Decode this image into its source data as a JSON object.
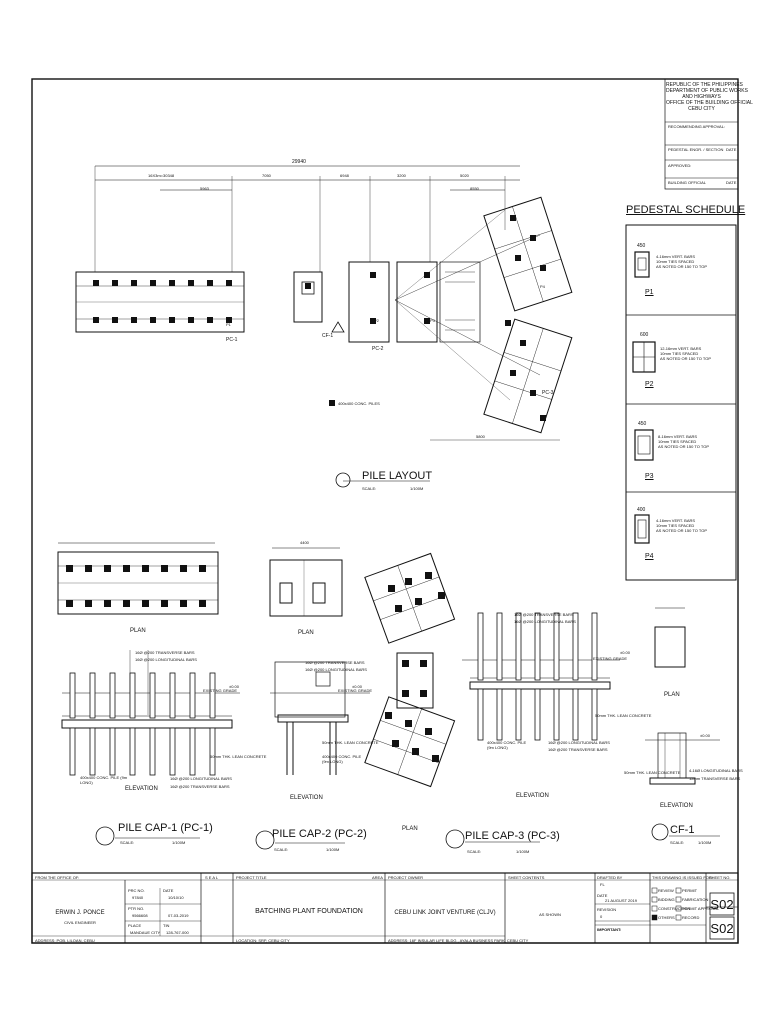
{
  "authority": {
    "line1": "REPUBLIC OF THE PHILIPPINES",
    "line2": "DEPARTMENT OF PUBLIC WORKS",
    "line3": "AND HIGHWAYS",
    "line4": "OFFICE OF THE BUILDING OFFICIAL",
    "line5": "CEBU CITY",
    "recommending": "RECOMMENDING APPROVAL:",
    "pedestal_label": "PEDESTAL ENGR. / SECTION",
    "approved": "APPROVED:",
    "official_label": "BUILDING OFFICIAL",
    "date_label": "DATE"
  },
  "pedestal_schedule": {
    "title": "PEDESTAL SCHEDULE",
    "items": [
      {
        "id": "P1",
        "dim": "450",
        "note": "4-16mm VERT. BARS\n10mm TIES SPACED\nAS NOTED OR 150 TO TOP"
      },
      {
        "id": "P2",
        "dim": "600",
        "note": "12-16mm VERT. BARS\n10mm TIES SPACED\nAS NOTED OR 150 TO TOP"
      },
      {
        "id": "P3",
        "dim": "450",
        "note": "8-16mm VERT. BARS\n10mm TIES SPACED\nAS NOTED OR 150 TO TOP"
      },
      {
        "id": "P4",
        "dim": "400",
        "note": "4-16mm VERT. BARS\n10mm TIES SPACED\nAS NOTED OR 150 TO TOP"
      }
    ]
  },
  "pile_layout": {
    "title": "PILE LAYOUT",
    "scale_label": "SCALE:",
    "scale_value": "1/100M",
    "legend": "400x400 CONC. PILES",
    "dim_total": "29940",
    "dims_top": [
      "16X3m=30348",
      "5963",
      "7050",
      "6948",
      "3200",
      "5020",
      "8550",
      "5800"
    ],
    "tags": {
      "pc1": "PC-1",
      "cf1": "CF-1",
      "pc2": "PC-2",
      "pc3": "PC-3",
      "p1": "P1",
      "p2": "P2",
      "p3": "P3",
      "p4": "P4"
    }
  },
  "pile_cap_1": {
    "title": "PILE CAP-1 (PC-1)",
    "scale_label": "SCALE:",
    "scale_value": "1/100M",
    "plan": "PLAN",
    "elevation": "ELEVATION",
    "notes": [
      "16Ø @200 TRANSVERSE BARS",
      "16Ø @200 LONGITUDINAL BARS",
      "EXISTING GRADE",
      "50mm THK. LEAN CONCRETE",
      "400x400 CONC. PILE (9m LONG)",
      "16Ø @200 LONGITUDINAL BARS",
      "16Ø @200 TRANSVERSE BARS"
    ],
    "level": "±0.00"
  },
  "pile_cap_2": {
    "title": "PILE CAP-2 (PC-2)",
    "scale_label": "SCALE:",
    "scale_value": "1/100M",
    "plan": "PLAN",
    "elevation": "ELEVATION",
    "dim": "4400",
    "notes": [
      "16Ø @200 TRANSVERSE BARS",
      "16Ø @200 LONGITUDINAL BARS",
      "EXISTING GRADE",
      "50mm THK. LEAN CONCRETE",
      "400x400 CONC. PILE (9m LONG)"
    ],
    "level": "±0.00"
  },
  "pile_cap_3": {
    "title": "PILE CAP-3 (PC-3)",
    "scale_label": "SCALE:",
    "scale_value": "1/100M",
    "plan": "PLAN",
    "elevation": "ELEVATION",
    "notes": [
      "16Ø @200 TRANSVERSE BARS",
      "16Ø @200 LONGITUDINAL BARS",
      "EXISTING GRADE",
      "50mm THK. LEAN CONCRETE",
      "400x400 CONC. PILE (9m LONG)",
      "16Ø @200 LONGITUDINAL BARS",
      "16Ø @200 TRANSVERSE BARS"
    ],
    "level": "±0.00"
  },
  "cf_1": {
    "title": "CF-1",
    "scale_label": "SCALE:",
    "scale_value": "1/100M",
    "plan": "PLAN",
    "elevation": "ELEVATION",
    "notes": [
      "4-16Ø LONGITUDINAL BARS",
      "50mm THK. LEAN CONCRETE",
      "12mm TRANSVERSE BARS"
    ],
    "level": "±0.00"
  },
  "title_block": {
    "from_office": "FROM THE OFFICE OF:",
    "seal": "S E A L",
    "project_title_label": "PROJECT TITLE",
    "area_label": "AREA",
    "project_owner_label": "PROJECT OWNER",
    "sheet_contents_label": "SHEET CONTENTS",
    "engineer_name": "ERWIN J. PONCE",
    "engineer_role": "CIVIL ENGINEER",
    "prc_label": "PRC NO.",
    "prc_value": "97840",
    "prc_date_label": "DATE",
    "prc_date": "10/10/10",
    "ptr_label": "PTR NO.",
    "ptr_value": "9566608",
    "ptr_date": "07-03-2019",
    "place_label": "PLACE",
    "place_value": "MANDAUE CITY",
    "tin_label": "TIN",
    "tin_value": "128-767-000",
    "address": "ADDRESS: POB. LILOAN, CEBU",
    "project_title": "BATCHING PLANT FOUNDATION",
    "location": "LOCATION: SRP, CEBU CITY",
    "owner": "CEBU LINK JOINT VENTURE (CLJV)",
    "owner_address": "ADDRESS: 16F INSULAR LIFE BLDG., AYALA BUSINESS PARK, CEBU CITY",
    "sheet_contents": "AS SHOWN",
    "drafted_by_label": "DRAFTED BY",
    "drafted_by": "FL",
    "date_label": "DATE",
    "date_value": "21 AUGUST 2019",
    "revision_label": "REVISION",
    "revision_value": "0",
    "issued_label": "THIS DRAWING IS ISSUED FOR:",
    "issued_options": [
      "REVIEW",
      "BIDDING",
      "CONSTRUCTION",
      "OTHERS",
      "PERMIT",
      "FABRICATION",
      "PERMIT APPROVAL",
      "RECORD"
    ],
    "important": "IMPORTANT:",
    "sheet_no_label": "SHEET NO.",
    "sheet_no": "S02",
    "sheet_no2": "S02"
  }
}
